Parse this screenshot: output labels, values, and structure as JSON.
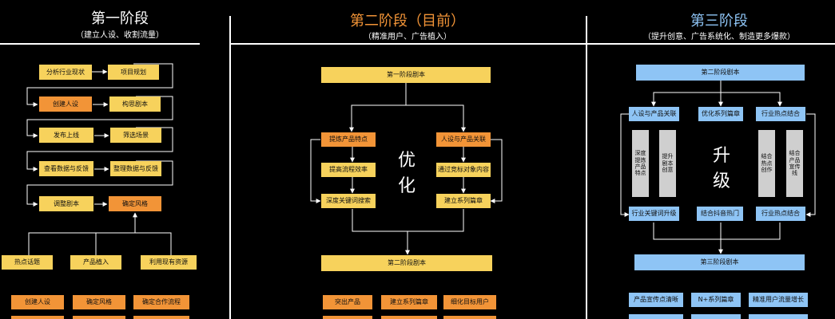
{
  "colors": {
    "stage1_title": "#ffffff",
    "stage2_title": "#f29437",
    "stage3_title": "#8ec4f5",
    "yellow": "#f7d25c",
    "orange": "#f29437",
    "blue": "#8ec4f5",
    "gray": "#cfcfcf"
  },
  "stage1": {
    "title": "第一阶段",
    "subtitle": "（建立人设、收割流量）",
    "flow": [
      "分析行业现状",
      "项目规划",
      "创建人设",
      "构思剧本",
      "发布上线",
      "筛选场景",
      "查看数据与反馈",
      "整理数据与反馈",
      "调整剧本",
      "确定风格"
    ],
    "inputs": [
      "热点话题",
      "产品植入",
      "利用现有资源"
    ],
    "bottom": [
      "创建人设",
      "确定风格",
      "确定合作流程"
    ]
  },
  "stage2": {
    "title": "第二阶段（目前）",
    "subtitle": "（精准用户、广告植入）",
    "top_script": "第一阶段剧本",
    "left": [
      "提炼产品特点",
      "提高流程效率",
      "深度关键词搜索"
    ],
    "right": [
      "人设与产品关联",
      "通过竞标对象内容",
      "建立系列篇章"
    ],
    "center": "优化",
    "mid_script": "第二阶段剧本",
    "bottom": [
      "突出产品",
      "建立系列篇章",
      "细化目标用户"
    ]
  },
  "stage3": {
    "title": "第三阶段",
    "subtitle": "（提升创意、广告系统化、制造更多爆款）",
    "top_script": "第二阶段剧本",
    "top_row": [
      "人设与产品关联",
      "优化系列篇章",
      "行业热点结合"
    ],
    "gray": [
      "深度提炼产品特点",
      "提升剧本创意",
      "结合热点创作",
      "结合产品宣传线"
    ],
    "bottom_row": [
      "行业关键词升级",
      "结合抖音热门",
      "行业热点结合"
    ],
    "center": "升级",
    "mid_script": "第三阶段剧本",
    "bottom": [
      "产品宣传点清晰",
      "N+系列篇章",
      "精准用户流量增长"
    ]
  }
}
